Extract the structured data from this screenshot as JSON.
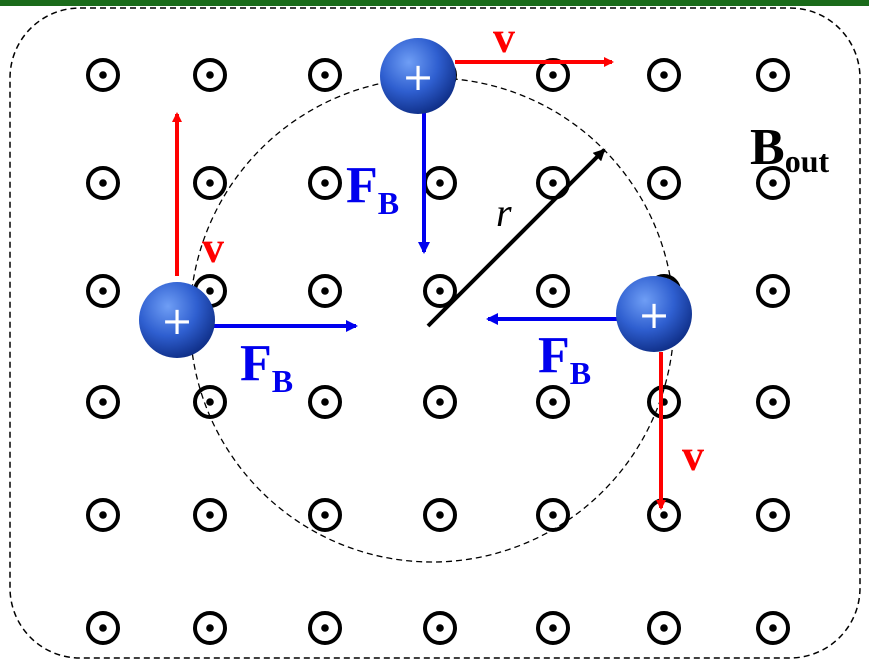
{
  "colors": {
    "background": "#ffffff",
    "top_bar": "#1a6b1a",
    "field_dot": "#000000",
    "dashed": "#000000",
    "velocity": "#ff0000",
    "force": "#0000ee",
    "radius": "#000000",
    "charge_fill": "#2f5fd0",
    "charge_dark": "#10308a",
    "charge_sign": "#ffffff"
  },
  "field": {
    "symbol": "out-of-page-dot-icon",
    "rows": 6,
    "cols": 7,
    "label_main": "B",
    "label_sub": "out"
  },
  "radius_label": "r",
  "charges": [
    {
      "id": "top",
      "sign": "+",
      "velocity_label": "v",
      "force_label_main": "F",
      "force_label_sub": "B"
    },
    {
      "id": "left",
      "sign": "+",
      "velocity_label": "v",
      "force_label_main": "F",
      "force_label_sub": "B"
    },
    {
      "id": "right",
      "sign": "+",
      "velocity_label": "v",
      "force_label_main": "F",
      "force_label_sub": "B"
    }
  ]
}
